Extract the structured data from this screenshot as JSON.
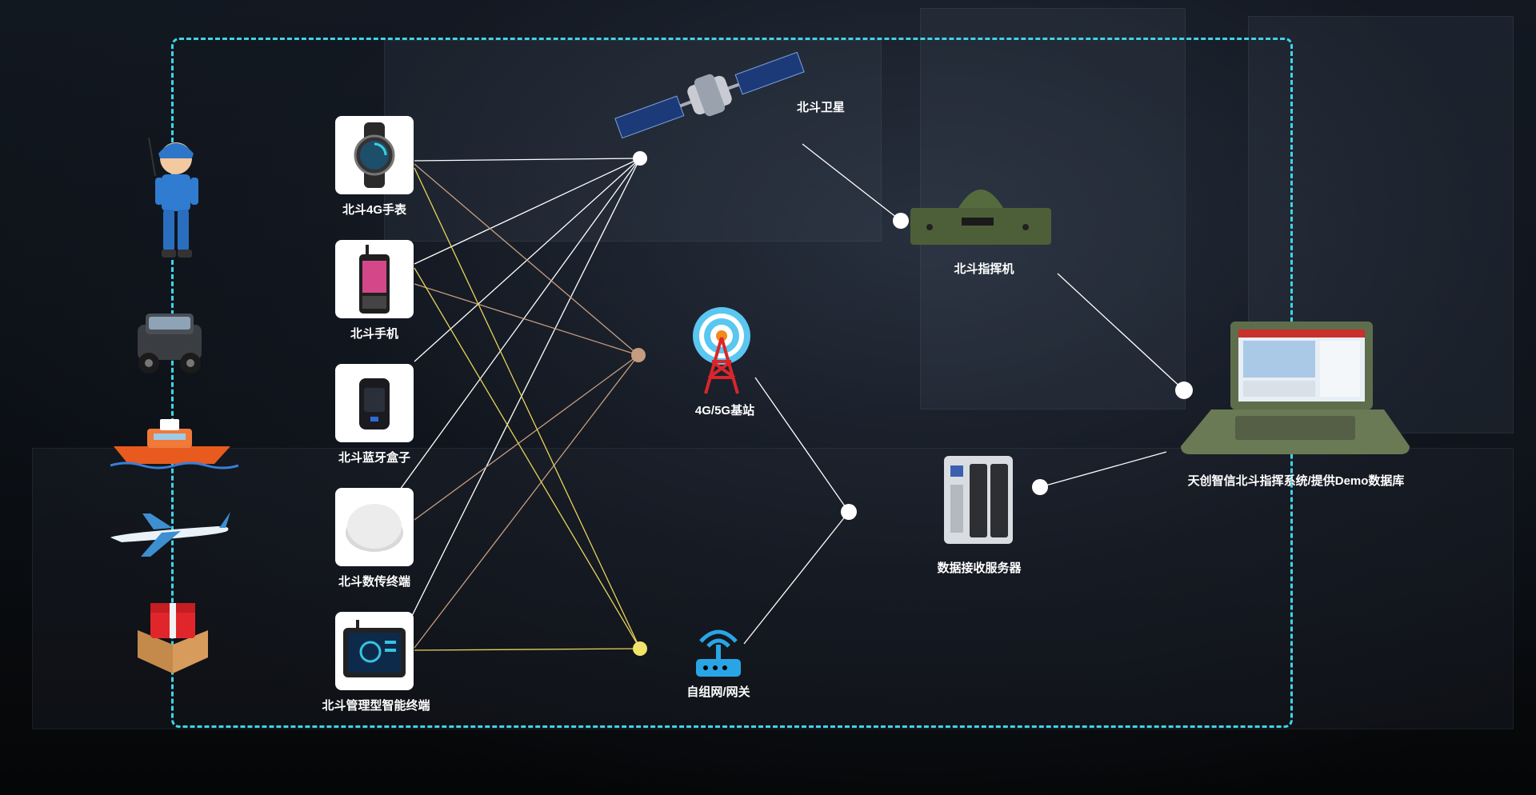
{
  "devices": [
    {
      "label": "北斗4G手表"
    },
    {
      "label": "北斗手机"
    },
    {
      "label": "北斗蓝牙盒子"
    },
    {
      "label": "北斗数传终端"
    },
    {
      "label": "北斗管理型智能终端"
    }
  ],
  "satellite": {
    "label": "北斗卫星"
  },
  "base_station": {
    "label": "4G/5G基站"
  },
  "mesh": {
    "label": "自组网/网关"
  },
  "command_machine": {
    "label": "北斗指挥机"
  },
  "server": {
    "label": "数据接收服务器"
  },
  "system": {
    "label": "天创智信北斗指挥系统/提供Demo数据库"
  },
  "colors": {
    "frame": "#3fd4e6",
    "satellite_link": "#ffffff",
    "cellular_link": "#c79c7e",
    "mesh_link": "#e8d35a",
    "background": "#000000"
  },
  "objects": [
    "rescuer-icon",
    "offroad-vehicle-icon",
    "rescue-boat-icon",
    "airplane-icon",
    "parcel-icon"
  ]
}
